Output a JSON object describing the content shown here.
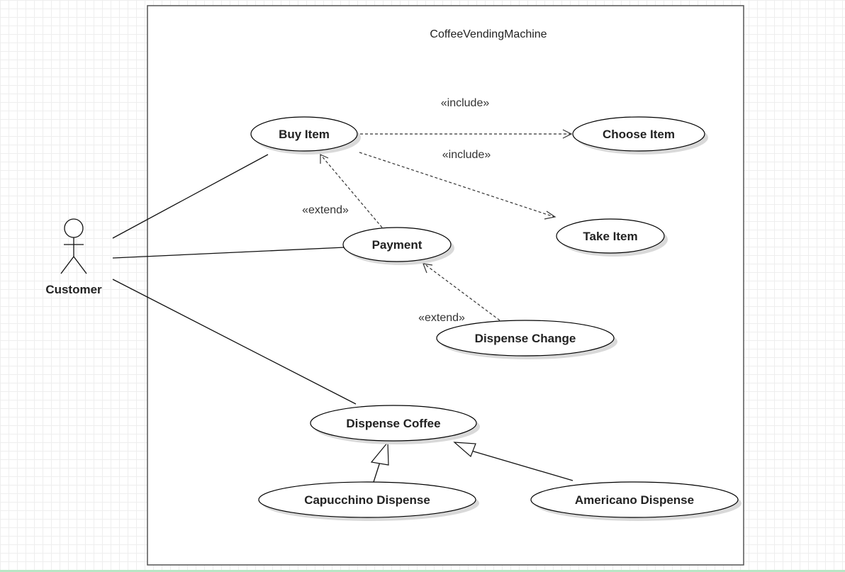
{
  "system": {
    "title": "CoffeeVendingMachine"
  },
  "actor": {
    "name": "Customer"
  },
  "use_cases": {
    "buy_item": "Buy Item",
    "choose_item": "Choose Item",
    "take_item": "Take Item",
    "payment": "Payment",
    "dispense_change": "Dispense Change",
    "dispense_coffee": "Dispense Coffee",
    "capucchino_dispense": "Capucchino Dispense",
    "americano_dispense": "Americano Dispense"
  },
  "relations": {
    "include_choose": "«include»",
    "include_take": "«include»",
    "extend_payment": "«extend»",
    "extend_change": "«extend»"
  }
}
